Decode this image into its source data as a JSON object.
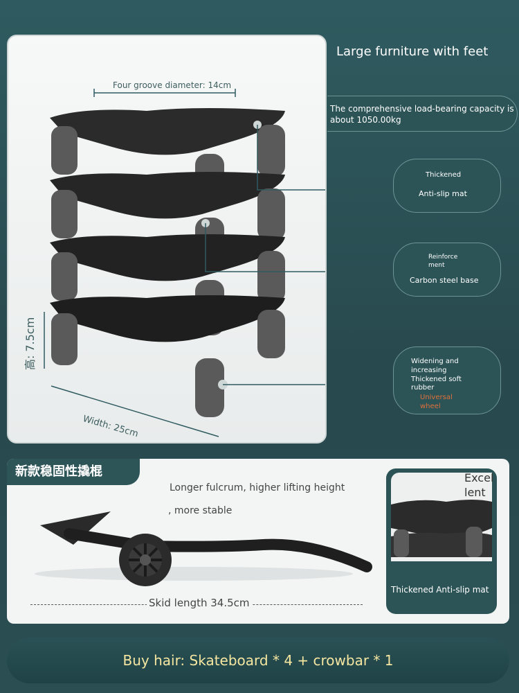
{
  "title": "Large furniture with feet",
  "dimensions": {
    "groove": "Four groove diameter: 14cm",
    "height": "高: 7.5cm",
    "width": "Width: 25cm"
  },
  "callouts": {
    "capacity": "The comprehensive load-bearing capacity is about 1050.00kg",
    "mat_line1": "Thickened",
    "mat_line2": "Anti-slip mat",
    "base_line1": "Reinforce",
    "base_line1b": "ment",
    "base_line2": "Carbon steel base",
    "wheel_line1": "Widening and",
    "wheel_line2": "increasing",
    "wheel_line3": "Thickened soft",
    "wheel_line4": "rubber",
    "wheel_line5": "Universal",
    "wheel_line6": "wheel"
  },
  "lever": {
    "tag": "新款稳固性撬棍",
    "text1": "Longer fulcrum, higher lifting height",
    "text2": ", more stable",
    "skid": "Skid length 34.5cm"
  },
  "mini": {
    "word": "Excel lent",
    "caption": "Thickened Anti-slip mat"
  },
  "bundle": "Buy hair: Skateboard * 4 + crowbar * 1",
  "colors": {
    "background": "#2f5b60",
    "callout": "#2c5457",
    "bundle_text": "#f5e6a0",
    "accent_orange": "#e0703a"
  }
}
